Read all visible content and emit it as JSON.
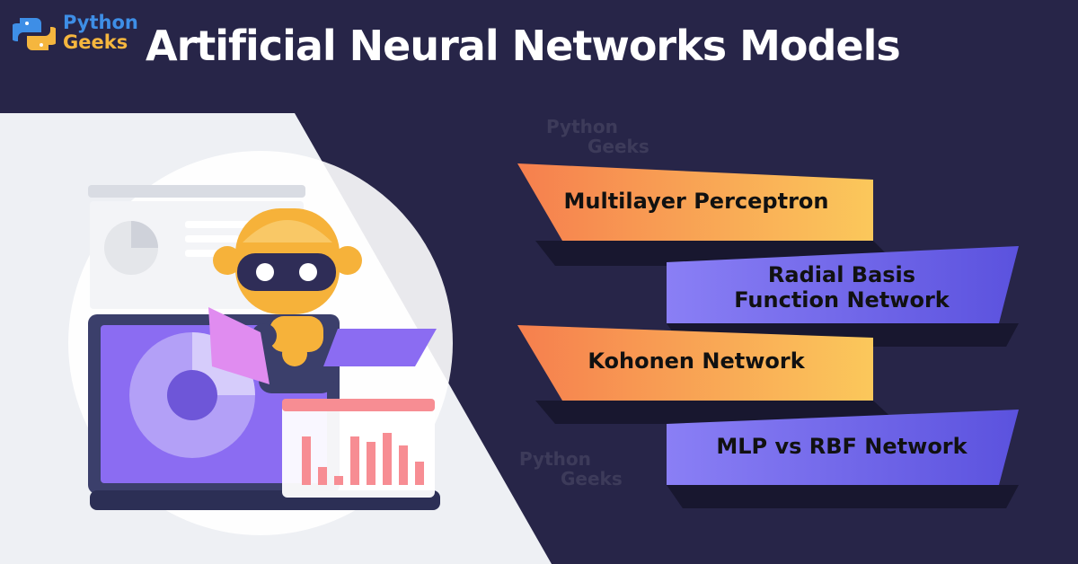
{
  "logo": {
    "line1": "Python",
    "line2": "Geeks"
  },
  "title": "Artificial Neural Networks Models",
  "items": [
    {
      "label": "Multilayer Perceptron"
    },
    {
      "label_line1": "Radial Basis",
      "label_line2": "Function Network"
    },
    {
      "label": "Kohonen Network"
    },
    {
      "label": "MLP vs  RBF Network"
    }
  ],
  "watermark": {
    "line1": "Python",
    "line2": "Geeks"
  },
  "colors": {
    "background": "#272548",
    "panel": "#eef0f4",
    "orange_start": "#f67f4e",
    "orange_end": "#fbc85b",
    "purple": "#6c63ea",
    "robot_yellow": "#f6b23a"
  },
  "illustration": "robot with laptop and charts"
}
